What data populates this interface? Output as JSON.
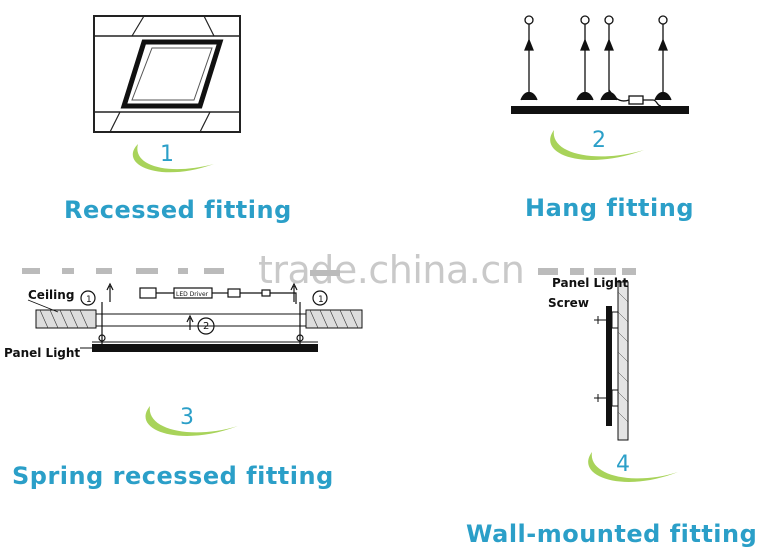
{
  "watermark": "trade.china.cn",
  "sections": [
    {
      "number": "1",
      "caption": "Recessed fitting"
    },
    {
      "number": "2",
      "caption": "Hang fitting"
    },
    {
      "number": "3",
      "caption": "Spring recessed fitting"
    },
    {
      "number": "4",
      "caption": "Wall-mounted fitting"
    }
  ],
  "spring_labels": {
    "ceiling": "Ceiling",
    "panel_light": "Panel Light",
    "led_driver": "LED Driver",
    "marker_1": "1",
    "marker_2": "2"
  },
  "wall_labels": {
    "panel_light": "Panel Light",
    "screw": "Screw"
  },
  "colors": {
    "accent": "#2b9fc8",
    "swoosh": "#a8d35a"
  }
}
